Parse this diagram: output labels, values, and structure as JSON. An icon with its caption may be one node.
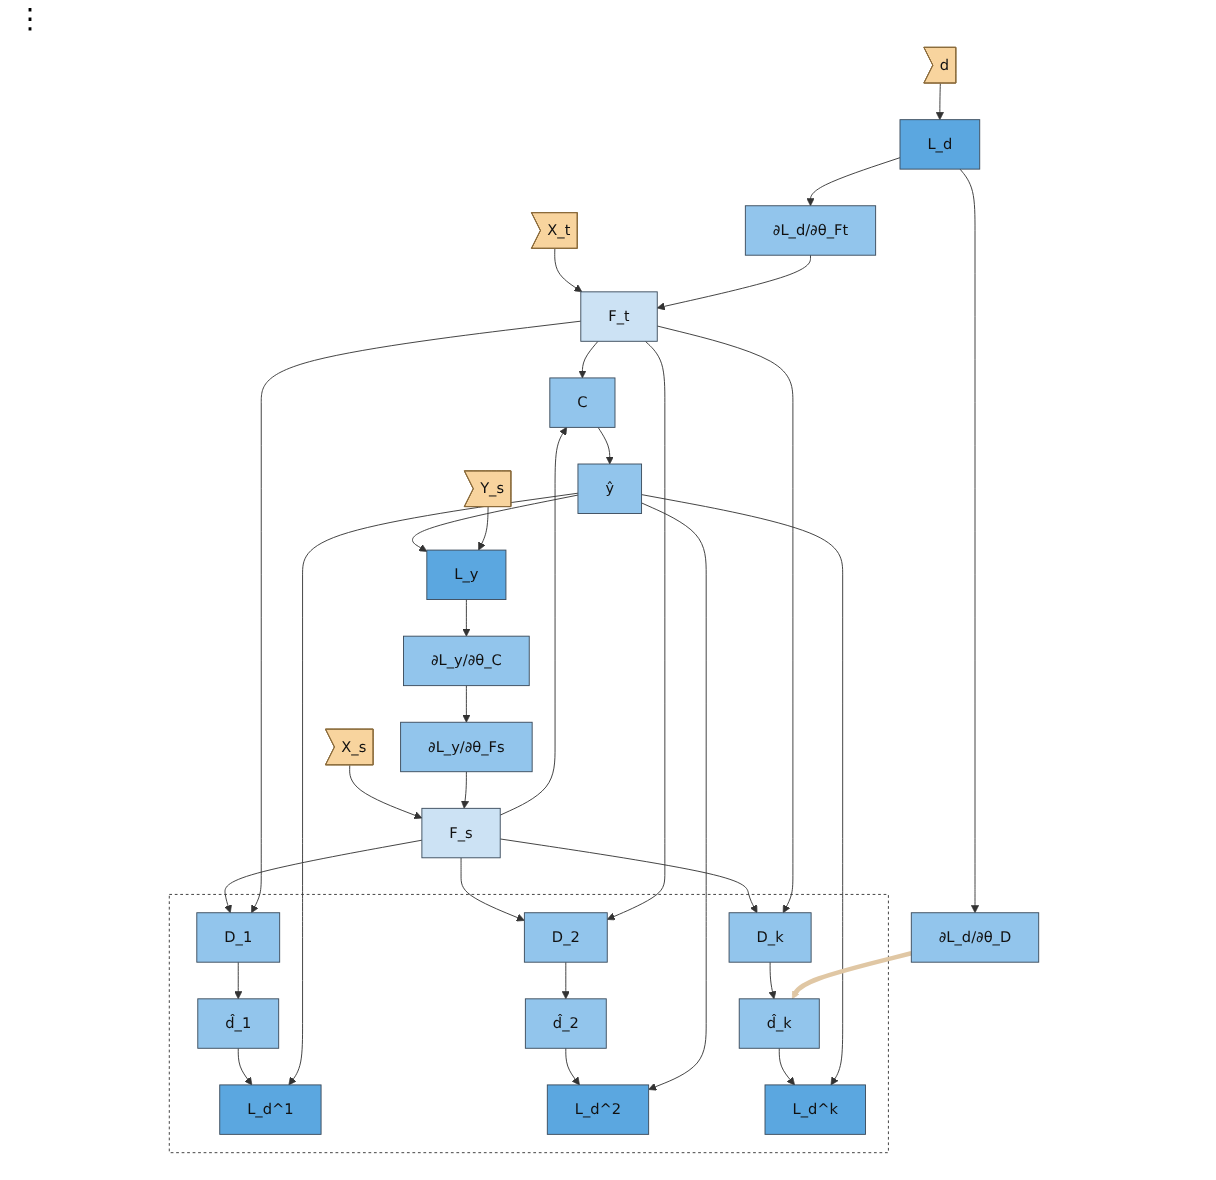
{
  "diagram": {
    "nodes": [
      {
        "text": [
          "∂L_y/∂θ_Fs"
        ]
      },
      {
        "text": [
          "∂L_y/∂θ_C"
        ]
      },
      {
        "text": [
          "X_s"
        ]
      },
      {
        "text": [
          "F_s"
        ]
      },
      {
        "text": [
          "C"
        ]
      },
      {
        "text": [
          "ŷ"
        ]
      },
      {
        "text": [
          "L_y"
        ]
      },
      {
        "text": [
          "Y_s"
        ]
      },
      {
        "text": [
          "X_t"
        ]
      },
      {
        "text": [
          "F_t"
        ]
      },
      {
        "text": [],
        "shape": "box"
      },
      {
        "text": [
          "D_1"
        ],
        "in": 10
      },
      {
        "text": [
          "d̂_1"
        ],
        "in": 10
      },
      {
        "text": [
          "L_d^1"
        ],
        "in": 10
      },
      {
        "text": [
          "D_2"
        ],
        "in": 10
      },
      {
        "text": [
          "d̂_2"
        ],
        "in": 10
      },
      {
        "text": [
          "L_d^2"
        ],
        "in": 10
      },
      {
        "text": [
          "D_k"
        ],
        "in": 10
      },
      {
        "text": [
          "d̂_k"
        ],
        "in": 10
      },
      {
        "text": [
          "L_d^k"
        ],
        "in": 10
      },
      {
        "text": [
          "∂L_d/∂θ_Ft"
        ]
      },
      {
        "text": [
          "∂L_d/∂θ_D"
        ]
      },
      {
        "text": [
          "L_d"
        ]
      },
      {
        "text": [
          "d"
        ]
      }
    ],
    "edges": [
      {
        "from": 2,
        "to": 3,
        "arrow": "to"
      },
      {
        "from": 3,
        "to": 4,
        "arrow": "to"
      },
      {
        "from": 8,
        "to": 9,
        "arrow": "to"
      },
      {
        "from": 9,
        "to": 4,
        "arrow": "to"
      },
      {
        "from": 4,
        "to": 5,
        "arrow": "to"
      },
      {
        "from": 5,
        "to": 6,
        "arrow": "to"
      },
      {
        "from": 7,
        "to": 6,
        "arrow": "to"
      },
      {
        "from": 6,
        "to": 1,
        "arrow": "to"
      },
      {
        "from": 1,
        "to": 0,
        "arrow": "to"
      },
      {
        "from": 0,
        "to": 3,
        "arrow": "to"
      },
      {
        "from": 3,
        "to": 11,
        "arrow": "to"
      },
      {
        "from": 3,
        "to": 14,
        "arrow": "to"
      },
      {
        "from": 3,
        "to": 17,
        "arrow": "to"
      },
      {
        "from": 9,
        "to": 11,
        "arrow": "to"
      },
      {
        "from": 9,
        "to": 14,
        "arrow": "to"
      },
      {
        "from": 9,
        "to": 17,
        "arrow": "to"
      },
      {
        "from": 11,
        "to": 12,
        "arrow": "to"
      },
      {
        "from": 12,
        "to": 13,
        "arrow": "to"
      },
      {
        "from": 14,
        "to": 15,
        "arrow": "to"
      },
      {
        "from": 15,
        "to": 16,
        "arrow": "to"
      },
      {
        "from": 17,
        "to": 18,
        "arrow": "to"
      },
      {
        "from": 18,
        "to": 19,
        "arrow": "to"
      },
      {
        "from": 5,
        "to": 13,
        "arrow": "to"
      },
      {
        "from": 5,
        "to": 16,
        "arrow": "to"
      },
      {
        "from": 5,
        "to": 19,
        "arrow": "to"
      },
      {
        "from": 22,
        "to": 20,
        "arrow": "to"
      },
      {
        "from": 22,
        "to": 21,
        "arrow": "to"
      },
      {
        "from": 23,
        "to": 22,
        "arrow": "to"
      },
      {
        "from": 20,
        "to": 9,
        "arrow": "to"
      },
      {
        "from": 21,
        "to": 18,
        "arrow": "to",
        "style": "thick",
        "color": "#e0c7a4"
      }
    ],
    "labels": [
      "⋮"
    ]
  }
}
